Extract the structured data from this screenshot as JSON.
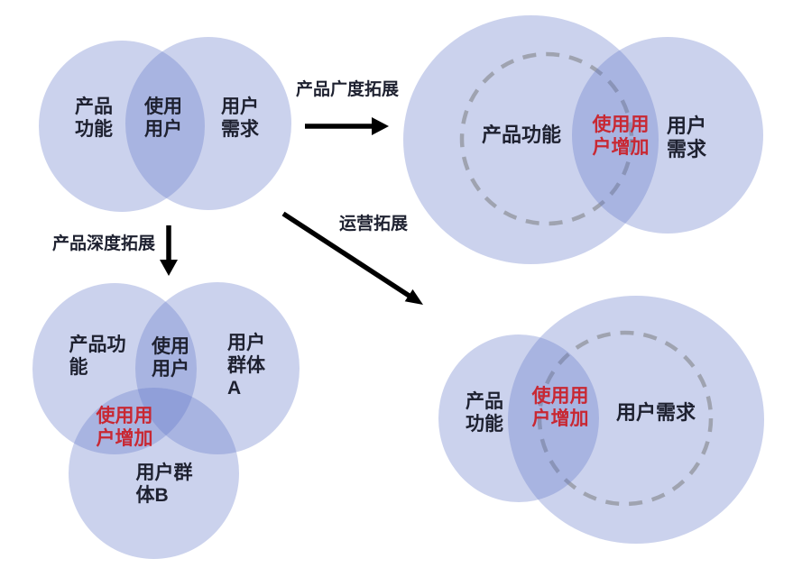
{
  "colors": {
    "circle_fill": "rgba(97,117,200,0.33)",
    "dashed": "#9fa3b0",
    "red": "#c82833",
    "text": "#1e2130",
    "arrow": "#000000"
  },
  "top_left": {
    "product_features": "产品\n功能",
    "active_users": "使用\n用户",
    "user_needs": "用户\n需求"
  },
  "arrows": {
    "breadth_label": "产品广度拓展",
    "depth_label": "产品深度拓展",
    "operations_label": "运营拓展"
  },
  "top_right": {
    "product_features": "产品功能",
    "users_increase": "使用用\n户增加",
    "user_needs": "用户\n需求"
  },
  "bottom_left": {
    "product_features": "产品功\n能",
    "active_users": "使用\n用户",
    "user_group_a": "用户\n群体\nA",
    "users_increase": "使用用\n户增加",
    "user_group_b": "用户群\n体B"
  },
  "bottom_right": {
    "product_features": "产品\n功能",
    "users_increase": "使用用\n户增加",
    "user_needs": "用户需求"
  }
}
